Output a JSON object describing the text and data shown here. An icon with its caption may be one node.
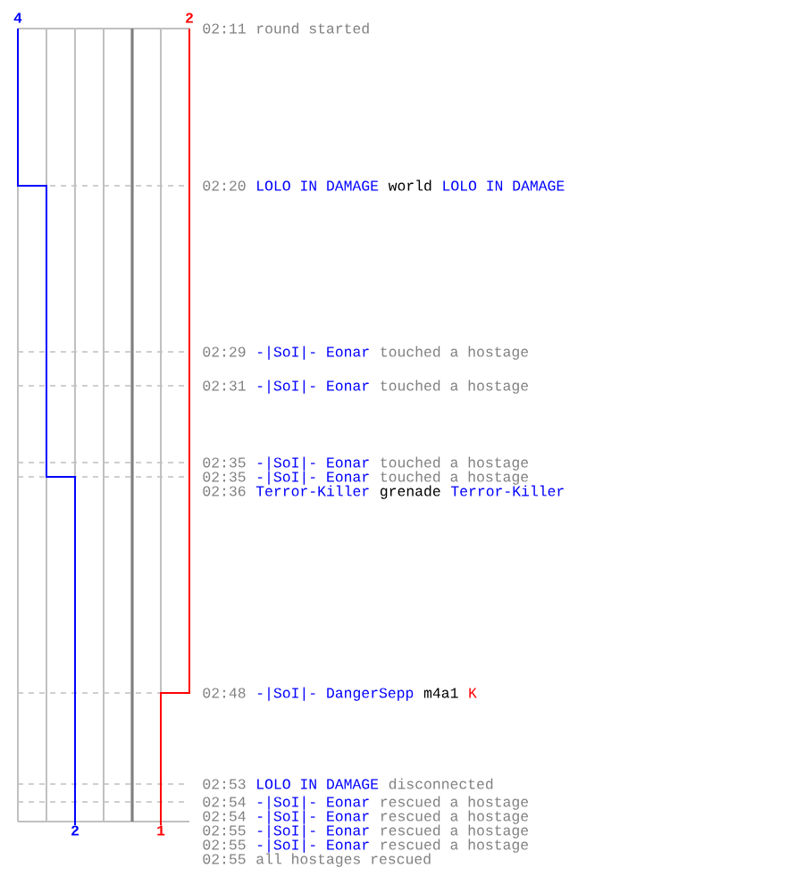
{
  "diagram": {
    "labels": [
      "4",
      "2",
      "02:11",
      "round started",
      "02:20",
      "LOLO IN DAMAGE",
      "world",
      "LOLO IN DAMAGE",
      "02:29",
      "-|SoI|- Eonar",
      "touched a hostage",
      "02:31",
      "-|SoI|- Eonar",
      "touched a hostage",
      "02:35",
      "-|SoI|- Eonar",
      "touched a hostage",
      "02:35",
      "-|SoI|- Eonar",
      "touched a hostage",
      "02:36",
      "Terror-Killer",
      "grenade",
      "Terror-Killer",
      "02:48",
      "-|SoI|- DangerSepp",
      "m4a1",
      "K",
      "02:53",
      "LOLO IN DAMAGE",
      "disconnected",
      "02:54",
      "-|SoI|- Eonar",
      "rescued a hostage",
      "02:54",
      "-|SoI|- Eonar",
      "rescued a hostage",
      "02:55",
      "-|SoI|- Eonar",
      "rescued a hostage",
      "02:55",
      "-|SoI|- Eonar",
      "rescued a hostage",
      "02:55",
      "all hostages rescued",
      "2",
      "1"
    ]
  }
}
